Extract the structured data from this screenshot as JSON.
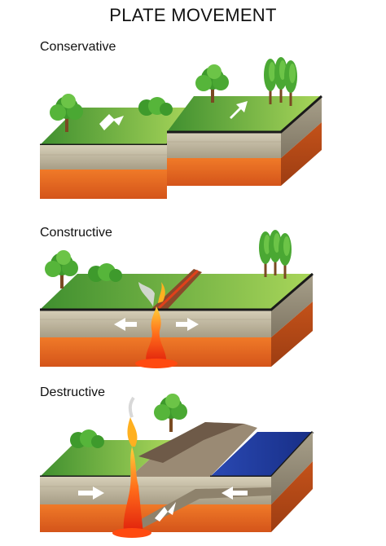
{
  "title": "PLATE MOVEMENT",
  "panels": [
    {
      "label": "Conservative"
    },
    {
      "label": "Constructive"
    },
    {
      "label": "Destructive"
    }
  ],
  "colors": {
    "grass_light": "#9fd14c",
    "grass_dark": "#3f8f2f",
    "crust": "#c8c0a8",
    "crust_dark": "#958b76",
    "mantle": "#e86a1e",
    "mantle_dark": "#b4470f",
    "ocean": "#1f3a9b",
    "magma": "#ff3b10",
    "arrow": "#ffffff"
  }
}
